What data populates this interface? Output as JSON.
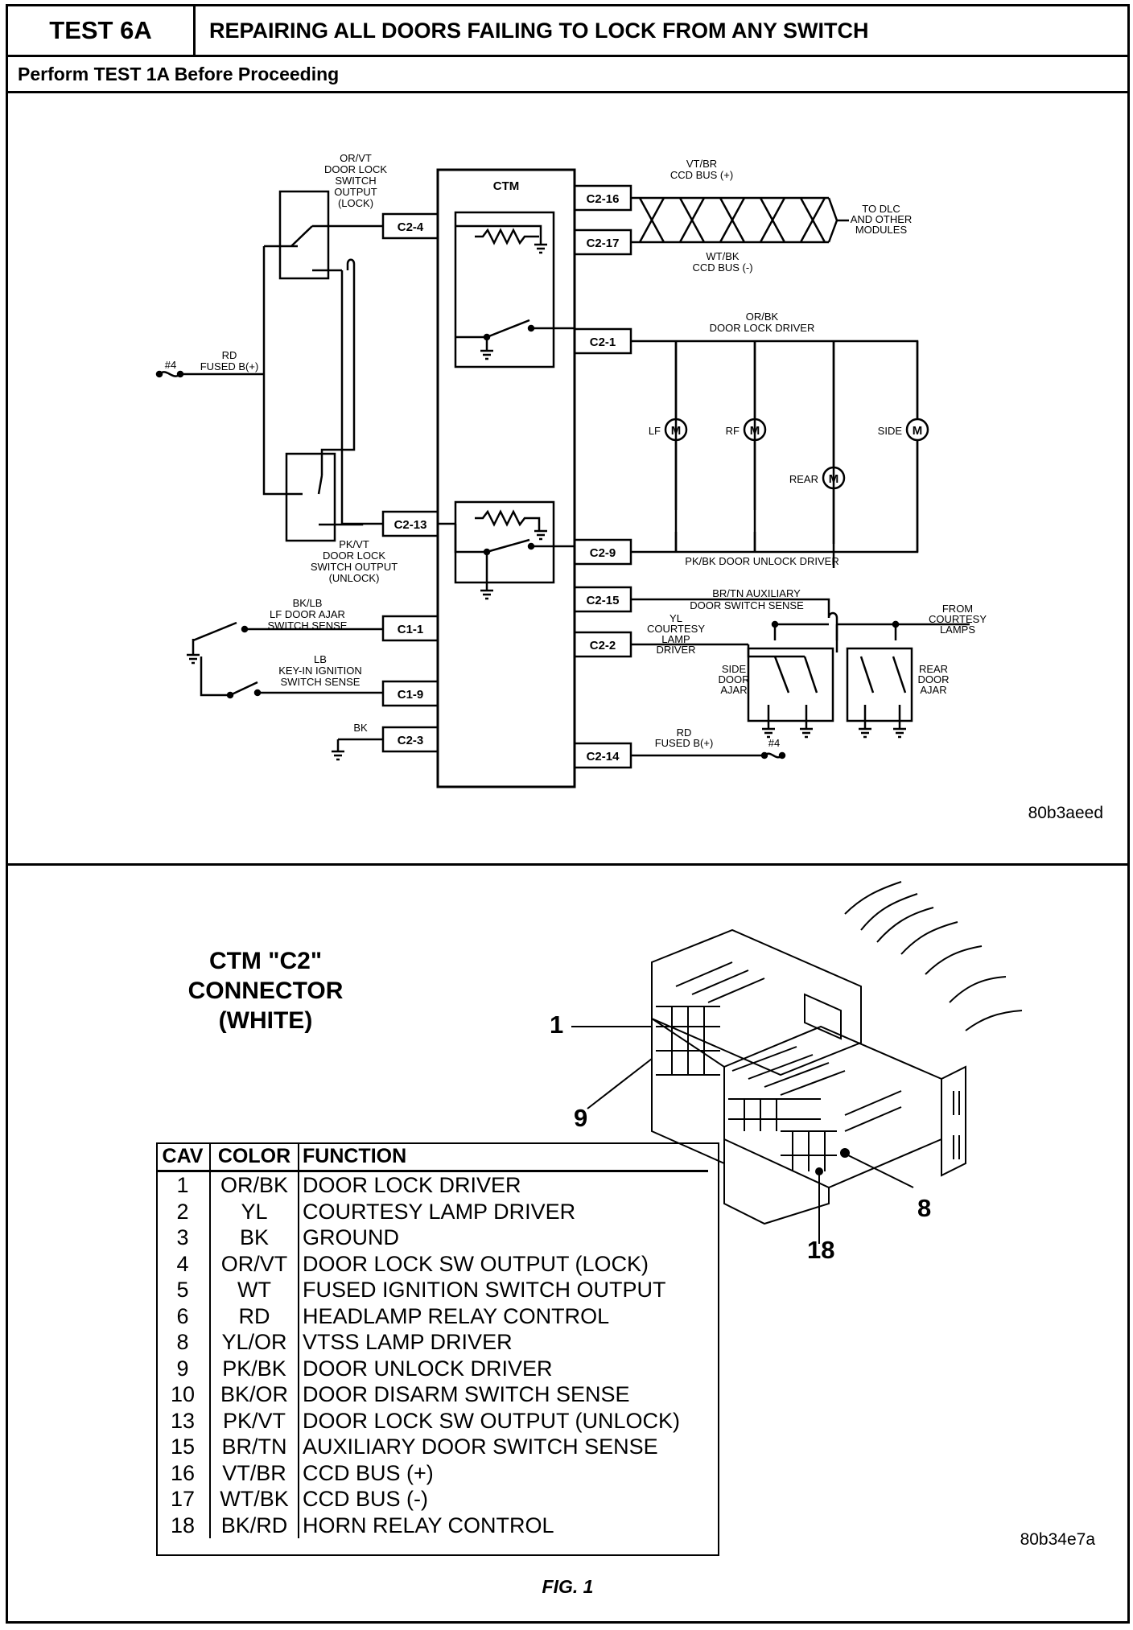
{
  "header": {
    "test_id": "TEST 6A",
    "title": "REPAIRING ALL DOORS FAILING TO LOCK FROM ANY SWITCH",
    "subtitle": "Perform TEST 1A Before Proceeding"
  },
  "diagram": {
    "module": "CTM",
    "pins": {
      "c2_4": "C2-4",
      "c2_13": "C2-13",
      "c1_1": "C1-1",
      "c1_9": "C1-9",
      "c2_3": "C2-3",
      "c2_16": "C2-16",
      "c2_17": "C2-17",
      "c2_1": "C2-1",
      "c2_9": "C2-9",
      "c2_15": "C2-15",
      "c2_2": "C2-2",
      "c2_14": "C2-14"
    },
    "labels": {
      "lock_out": [
        "OR/VT",
        "DOOR LOCK",
        "SWITCH",
        "OUTPUT",
        "(LOCK)"
      ],
      "unlock_out": [
        "PK/VT",
        "DOOR LOCK",
        "SWITCH OUTPUT",
        "(UNLOCK)"
      ],
      "fuse_left": [
        "#4",
        "RD",
        "FUSED B(+)"
      ],
      "lf_ajar": [
        "BK/LB",
        "LF DOOR AJAR",
        "SWITCH SENSE"
      ],
      "keyin": [
        "LB",
        "KEY-IN IGNITION",
        "SWITCH  SENSE"
      ],
      "ground_bk": "BK",
      "ccd_plus": [
        "VT/BR",
        "CCD BUS (+)"
      ],
      "ccd_minus": [
        "WT/BK",
        "CCD BUS (-)"
      ],
      "to_dlc": [
        "TO DLC",
        "AND OTHER",
        "MODULES"
      ],
      "lock_driver": [
        "OR/BK",
        "DOOR LOCK DRIVER"
      ],
      "unlock_driver": "PK/BK DOOR UNLOCK DRIVER",
      "motors": [
        "LF",
        "RF",
        "REAR",
        "SIDE"
      ],
      "motor_symbol": "M",
      "aux_sense": [
        "BR/TN AUXILIARY",
        "DOOR SWITCH SENSE"
      ],
      "courtesy": [
        "YL",
        "COURTESY",
        "LAMP",
        "DRIVER"
      ],
      "from_courtesy": [
        "FROM",
        "COURTESY",
        "LAMPS"
      ],
      "side_ajar": [
        "SIDE",
        "DOOR",
        "AJAR"
      ],
      "rear_ajar": [
        "REAR",
        "DOOR",
        "AJAR"
      ],
      "fuse_right": [
        "RD",
        "FUSED B(+)",
        "#4"
      ]
    },
    "ref_code": "80b3aeed"
  },
  "connector": {
    "title_line1": "CTM \"C2\" CONNECTOR",
    "title_line2": "(WHITE)",
    "callouts": [
      "1",
      "9",
      "8",
      "18"
    ],
    "ref_code": "80b34e7a",
    "fig_label": "FIG. 1",
    "table": {
      "headers": [
        "CAV",
        "COLOR",
        "FUNCTION"
      ],
      "rows": [
        [
          "1",
          "OR/BK",
          "DOOR LOCK DRIVER"
        ],
        [
          "2",
          "YL",
          "COURTESY LAMP DRIVER"
        ],
        [
          "3",
          "BK",
          "GROUND"
        ],
        [
          "4",
          "OR/VT",
          "DOOR LOCK SW OUTPUT (LOCK)"
        ],
        [
          "5",
          "WT",
          "FUSED IGNITION SWITCH OUTPUT"
        ],
        [
          "6",
          "RD",
          "HEADLAMP RELAY CONTROL"
        ],
        [
          "8",
          "YL/OR",
          "VTSS LAMP DRIVER"
        ],
        [
          "9",
          "PK/BK",
          "DOOR UNLOCK DRIVER"
        ],
        [
          "10",
          "BK/OR",
          "DOOR DISARM SWITCH SENSE"
        ],
        [
          "13",
          "PK/VT",
          "DOOR LOCK SW OUTPUT (UNLOCK)"
        ],
        [
          "15",
          "BR/TN",
          "AUXILIARY DOOR SWITCH SENSE"
        ],
        [
          "16",
          "VT/BR",
          "CCD BUS (+)"
        ],
        [
          "17",
          "WT/BK",
          "CCD BUS (-)"
        ],
        [
          "18",
          "BK/RD",
          "HORN RELAY CONTROL"
        ]
      ]
    }
  }
}
